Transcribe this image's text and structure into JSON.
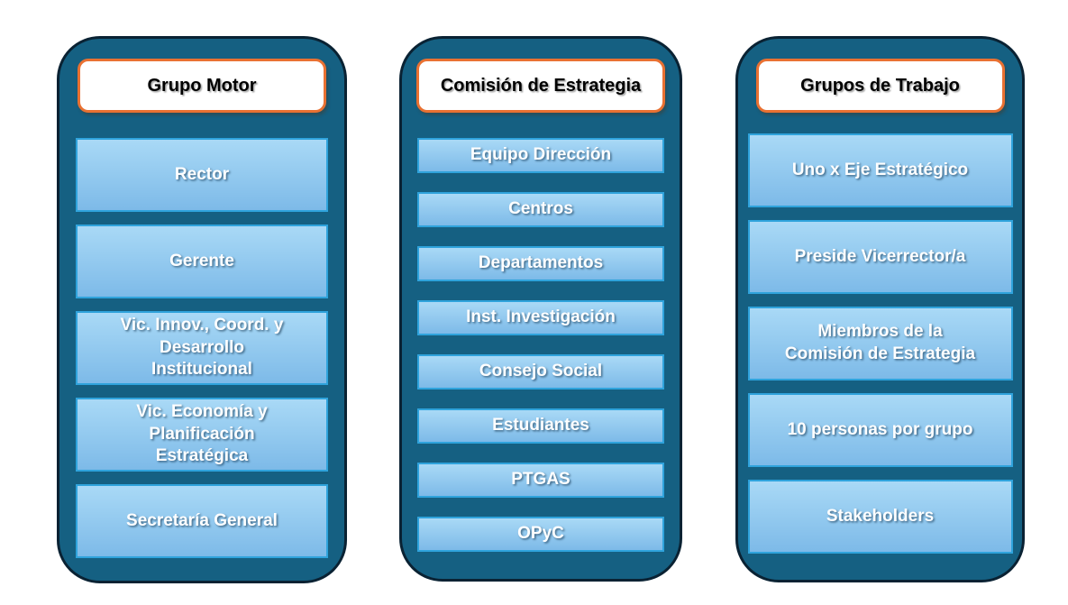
{
  "page": {
    "background": "#FFFFFF",
    "description": "Organigrama de planificación estratégica con tres paneles"
  },
  "colors": {
    "panel_fill": "#156082",
    "panel_border": "#0A2233",
    "header_fill": "#FFFFFF",
    "header_border": "#E97132",
    "header_text": "#000000",
    "item_border": "#2FA3DC",
    "item_fill_top": "#A9D9F6",
    "item_fill_bottom": "#7DBAE8",
    "item_text": "#FFFFFF"
  },
  "columns": [
    {
      "title": "Grupo Motor",
      "items": [
        "Rector",
        "Gerente",
        "Vic. Innov., Coord. y\nDesarrollo\nInstitucional",
        "Vic. Economía y\nPlanificación\nEstratégica",
        "Secretaría General"
      ]
    },
    {
      "title": "Comisión de Estrategia",
      "items": [
        "Equipo Dirección",
        "Centros",
        "Departamentos",
        "Inst. Investigación",
        "Consejo Social",
        "Estudiantes",
        "PTGAS",
        "OPyC"
      ]
    },
    {
      "title": "Grupos de Trabajo",
      "items": [
        "Uno x Eje Estratégico",
        "Preside Vicerrector/a",
        "Miembros de la\nComisión de Estrategia",
        "10 personas por grupo",
        "Stakeholders"
      ]
    }
  ]
}
